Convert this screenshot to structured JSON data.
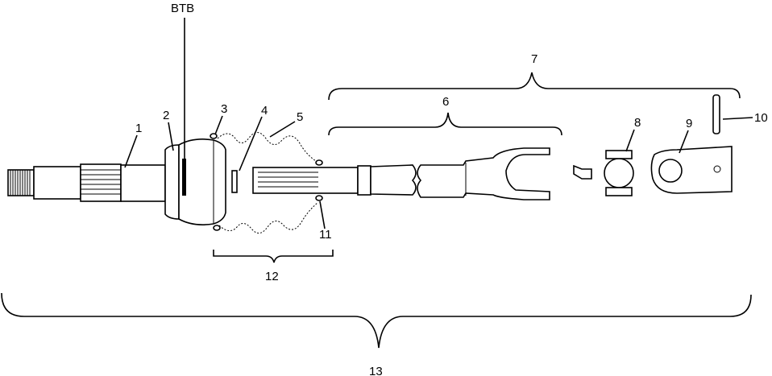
{
  "labels": {
    "btb": "BTB",
    "l1": "1",
    "l2": "2",
    "l3": "3",
    "l4": "4",
    "l5": "5",
    "l6": "6",
    "l7": "7",
    "l8": "8",
    "l9": "9",
    "l10": "10",
    "l11": "11",
    "l12": "12",
    "l13": "13"
  }
}
